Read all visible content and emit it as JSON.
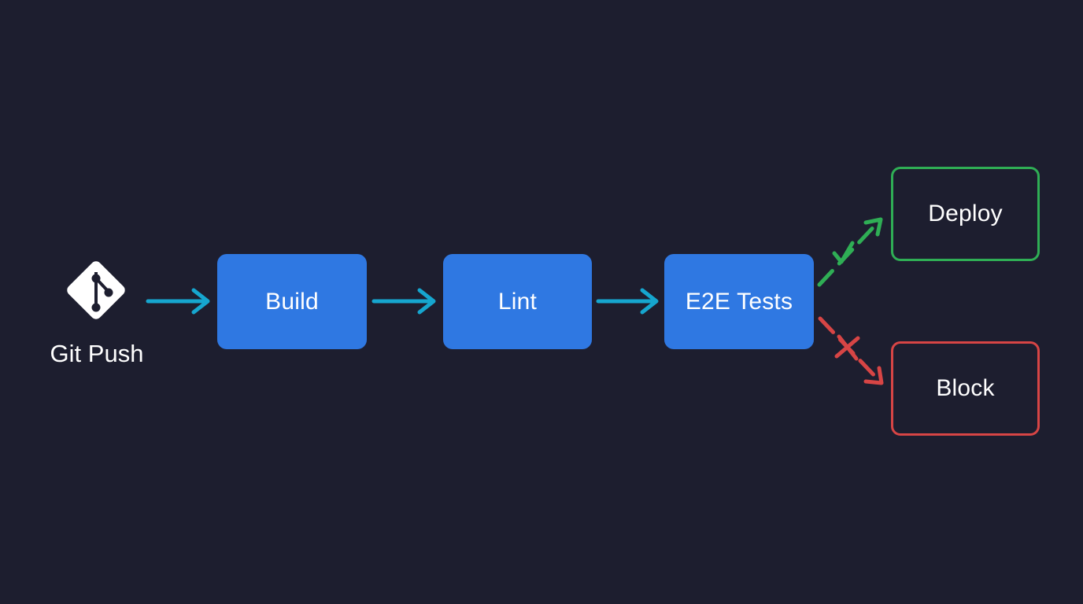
{
  "trigger": {
    "label": "Git Push",
    "icon": "git-icon"
  },
  "steps": [
    {
      "label": "Build"
    },
    {
      "label": "Lint"
    },
    {
      "label": "E2E Tests"
    }
  ],
  "outcomes": {
    "success": {
      "label": "Deploy",
      "marker": "check",
      "color": "#2fae55"
    },
    "failure": {
      "label": "Block",
      "marker": "cross",
      "color": "#d74545"
    }
  },
  "colors": {
    "background": "#1d1e2f",
    "step_fill": "#2f78e2",
    "flow_arrow": "#16a6cf",
    "text": "#ffffff"
  }
}
